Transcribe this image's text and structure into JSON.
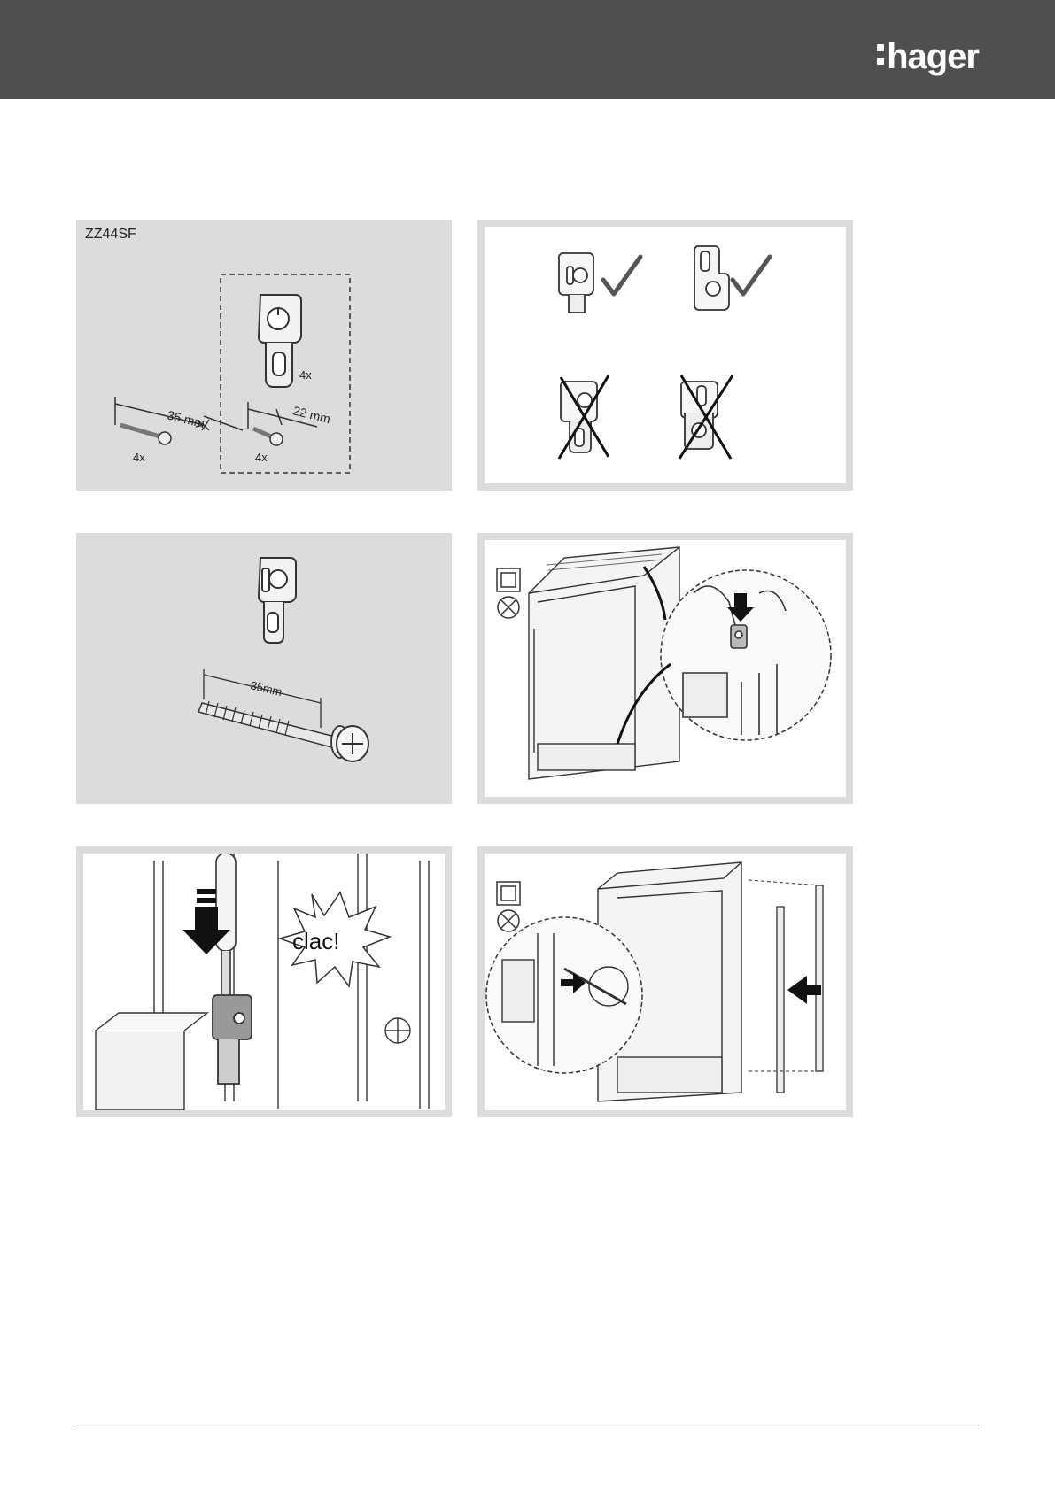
{
  "header": {
    "brand": "hager"
  },
  "panel1": {
    "code": "ZZ44SF",
    "screw_long_length": "35 mm",
    "screw_long_qty": "4x",
    "clip_qty": "4x",
    "screw_short_length": "22 mm",
    "screw_short_qty": "4x"
  },
  "panel3": {
    "screw_length": "35mm"
  },
  "panel5": {
    "sound": "clac!"
  },
  "colors": {
    "header_bg": "#4f4f4f",
    "panel_bg": "#dcdcdc"
  }
}
